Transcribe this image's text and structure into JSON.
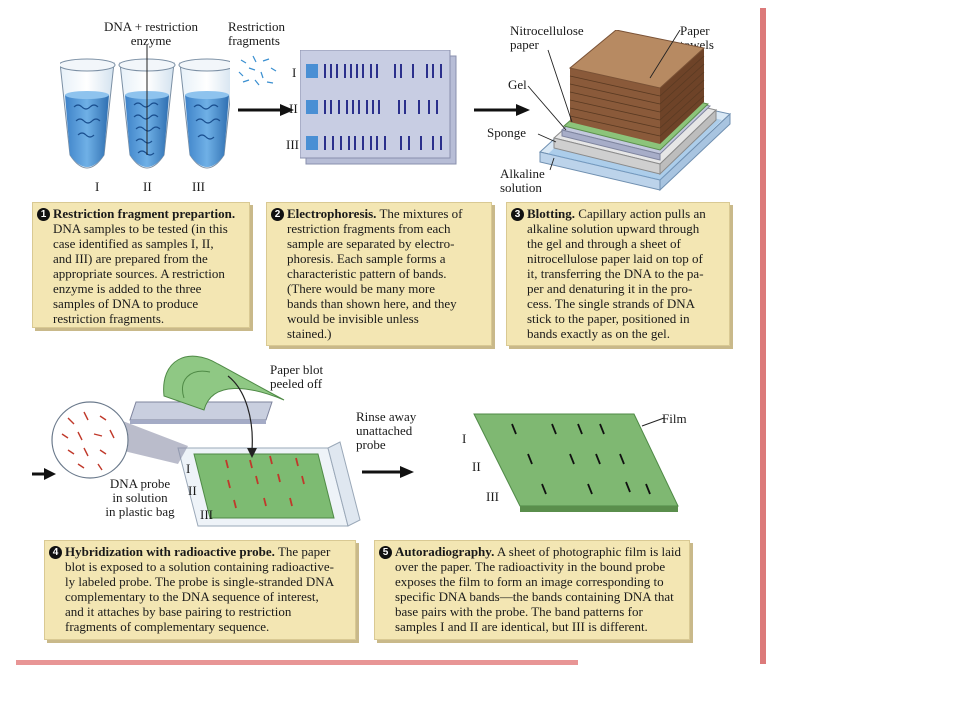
{
  "panel1": {
    "tube_header_line1": "DNA + restriction",
    "tube_header_line2": "enzyme",
    "tube_labels": [
      "I",
      "II",
      "III"
    ]
  },
  "panel2": {
    "fragments_label_line1": "Restriction",
    "fragments_label_line2": "fragments",
    "gel_lane_labels": [
      "I",
      "II",
      "III"
    ]
  },
  "panel3": {
    "nitro_label_line1": "Nitrocellulose",
    "nitro_label_line2": "paper",
    "towels_label_line1": "Paper",
    "towels_label_line2": "towels",
    "gel_label": "Gel",
    "sponge_label": "Sponge",
    "alkaline_label_line1": "Alkaline",
    "alkaline_label_line2": "solution"
  },
  "panel4": {
    "peeled_label_line1": "Paper blot",
    "peeled_label_line2": "peeled off",
    "probe_label_line1": "DNA probe",
    "probe_label_line2": "in solution",
    "probe_label_line3": "in plastic bag",
    "blot_lane_labels": [
      "I",
      "II",
      "III"
    ]
  },
  "rinse_label_line1": "Rinse away",
  "rinse_label_line2": "unattached",
  "rinse_label_line3": "probe",
  "panel5": {
    "film_label": "Film",
    "film_lane_labels": [
      "I",
      "II",
      "III"
    ]
  },
  "captions": [
    {
      "num": "1",
      "title": "Restriction fragment prepartion.",
      "lines": [
        "DNA samples to be tested (in this",
        "case identified as samples I, II,",
        "and III) are prepared from the",
        "appropriate sources. A restriction",
        "enzyme is added to the three",
        "samples of DNA to produce",
        "restriction fragments."
      ]
    },
    {
      "num": "2",
      "title": "Electrophoresis.",
      "title_rest": " The mixtures of",
      "lines": [
        "restriction fragments from each",
        "sample are separated by electro-",
        "phoresis. Each sample forms a",
        "characteristic pattern of bands.",
        "(There would be many more",
        "bands than shown here, and they",
        "would be invisible unless",
        "stained.)"
      ]
    },
    {
      "num": "3",
      "title": "Blotting.",
      "title_rest": " Capillary action pulls an",
      "lines": [
        "alkaline solution upward through",
        "the gel and through a sheet of",
        "nitrocellulose paper laid on top of",
        "it, transferring the DNA to the pa-",
        "per and denaturing it in the pro-",
        "cess. The single strands of DNA",
        "stick to the paper, positioned in",
        "bands exactly as on the gel."
      ]
    },
    {
      "num": "4",
      "title": "Hybridization with radioactive probe.",
      "title_rest": " The paper",
      "lines": [
        "blot is exposed to a solution containing radioactive-",
        "ly labeled probe. The probe is single-stranded DNA",
        "complementary to the DNA sequence of interest,",
        "and it attaches by base pairing to restriction",
        "fragments of complementary sequence."
      ]
    },
    {
      "num": "5",
      "title": "Autoradiography.",
      "title_rest": " A sheet of photographic film is laid",
      "lines": [
        "over the paper. The radioactivity in the bound probe",
        "exposes the film to form an image corresponding to",
        "specific DNA bands—the bands containing DNA that",
        "base pairs with the probe. The band patterns for",
        "samples I and II are identical, but III is different."
      ]
    }
  ]
}
